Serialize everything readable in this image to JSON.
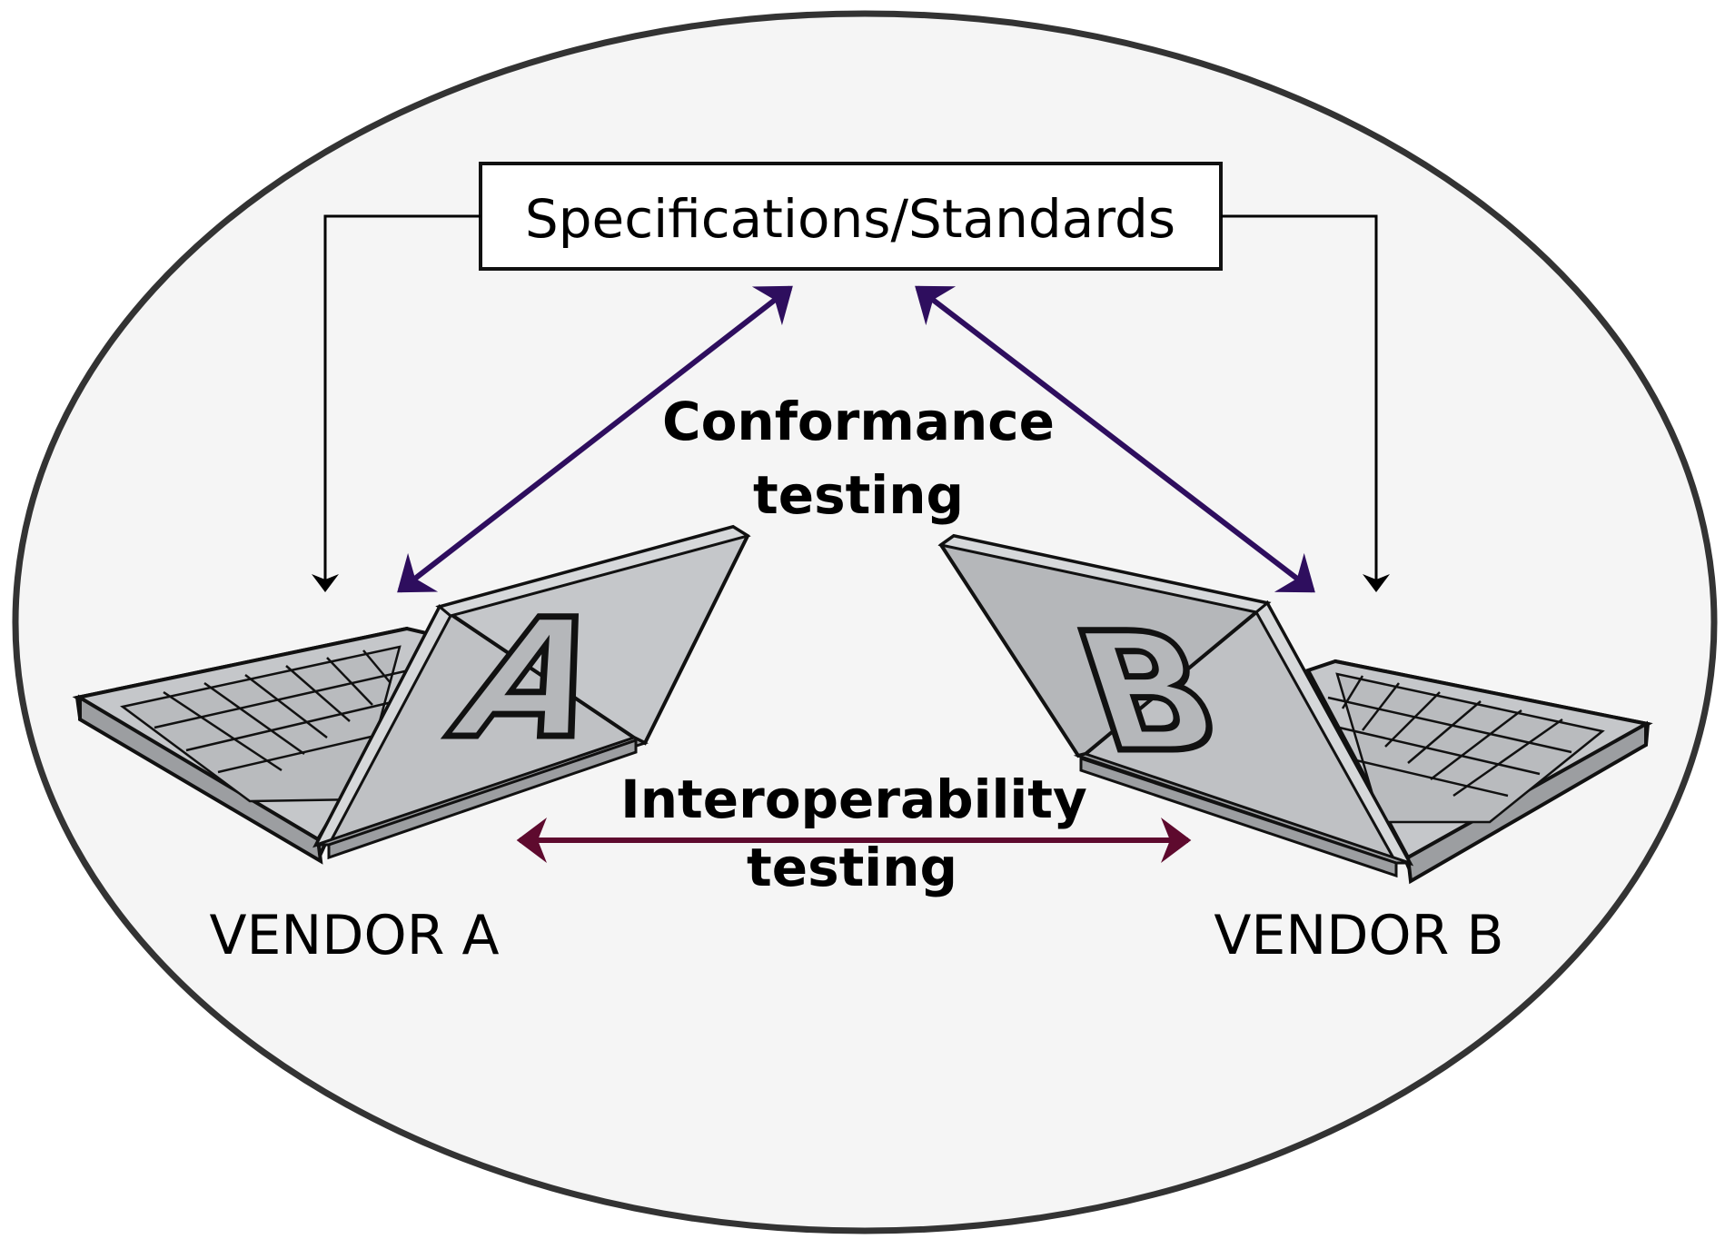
{
  "specification_box": {
    "label": "Specifications/Standards"
  },
  "conformance_label": {
    "line1": "Conformance",
    "line2": "testing"
  },
  "interoperability_label": {
    "line1": "Interoperability",
    "line2": "testing"
  },
  "vendors": [
    {
      "label": "VENDOR A",
      "logo_letter": "A"
    },
    {
      "label": "VENDOR B",
      "logo_letter": "B"
    }
  ],
  "colors": {
    "ellipse_fill": "#f5f5f5",
    "ellipse_stroke": "#333333",
    "conformance_arrow": "#2e0e5e",
    "interoperability_arrow": "#5e0a2e",
    "laptop_body": "#b5b7ba",
    "laptop_edge": "#8f9194"
  },
  "icons": [
    "laptop-a-icon",
    "laptop-b-icon"
  ]
}
